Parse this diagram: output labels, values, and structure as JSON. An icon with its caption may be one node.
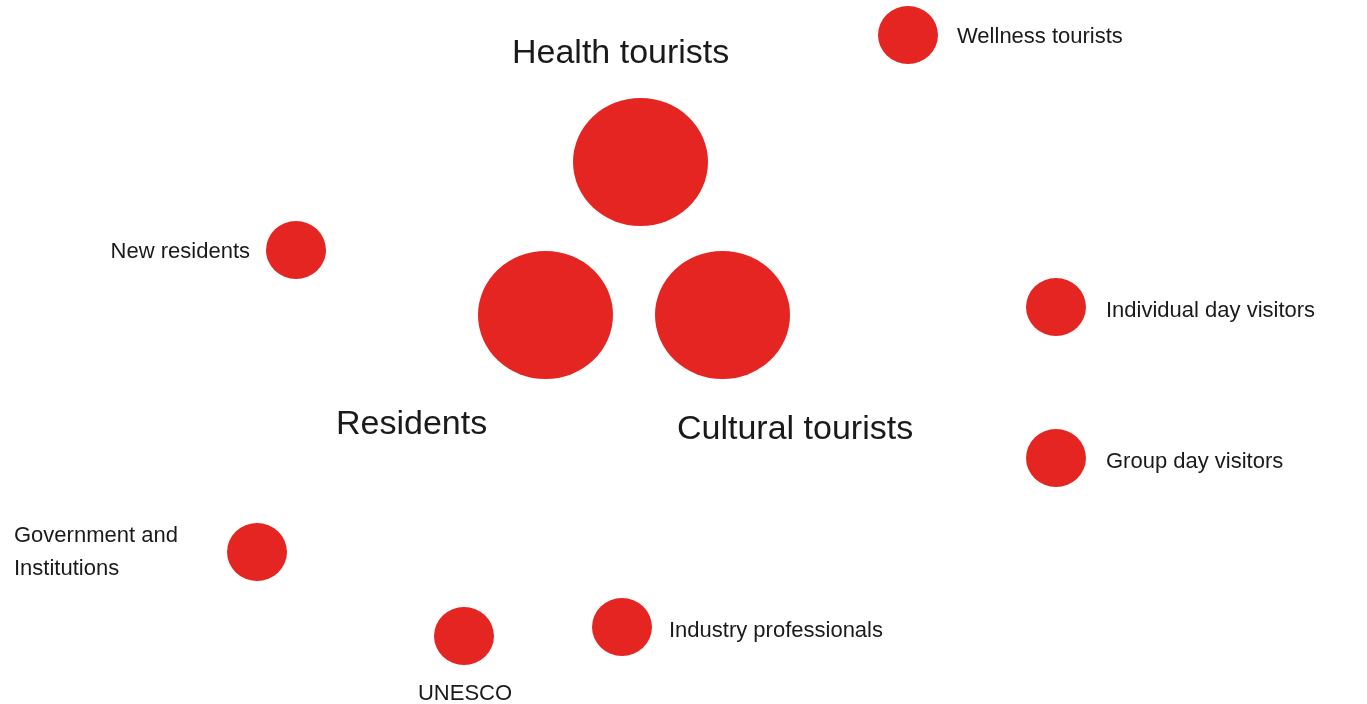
{
  "diagram": {
    "nodes": [
      {
        "text": [
          "Wellness tourists"
        ]
      },
      {
        "text": [
          "Health tourists"
        ]
      },
      {
        "text": [
          "New residents"
        ]
      },
      {
        "text": [
          "Residents"
        ]
      },
      {
        "text": [
          "Cultural tourists"
        ]
      },
      {
        "text": [
          "Individual day visitors"
        ]
      },
      {
        "text": [
          "Group day visitors"
        ]
      },
      {
        "text": [
          "Government and Institutions"
        ]
      },
      {
        "text": [
          "Industry professionals"
        ]
      },
      {
        "text": [
          "UNESCO"
        ]
      }
    ],
    "edges": []
  }
}
